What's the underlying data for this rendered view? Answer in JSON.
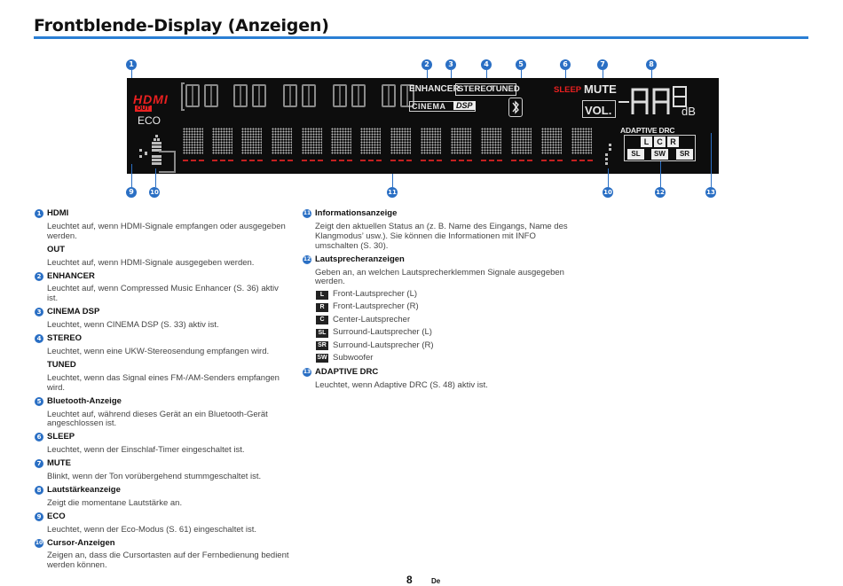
{
  "page": {
    "title": "Frontblende-Display (Anzeigen)",
    "number": "8",
    "lang": "De"
  },
  "callouts": {
    "n1": "1",
    "n2": "2",
    "n3": "3",
    "n4": "4",
    "n5": "5",
    "n6": "6",
    "n7": "7",
    "n8": "8",
    "n9": "9",
    "n10": "10",
    "n11": "11",
    "n10b": "10",
    "n12": "12",
    "n13": "13"
  },
  "display": {
    "hdmi": "HDMI",
    "out": "OUT",
    "eco": "ECO",
    "enhancer": "ENHANCER",
    "stereo": "STEREO",
    "tuned": "TUNED",
    "cinema": "CINEMA",
    "dsp": "DSP",
    "sleep": "SLEEP",
    "mute": "MUTE",
    "vol": "VOL.",
    "db": "dB",
    "adaptive_drc": "ADAPTIVE DRC",
    "spk_l": "L",
    "spk_c": "C",
    "spk_r": "R",
    "spk_sl": "SL",
    "spk_sw": "SW",
    "spk_sr": "SR"
  },
  "left_col": [
    {
      "n": "1",
      "head": "HDMI",
      "desc": "Leuchtet auf, wenn HDMI-Signale empfangen oder ausgegeben werden.",
      "sub": "OUT",
      "sub_desc": "Leuchtet auf, wenn HDMI-Signale ausgegeben werden."
    },
    {
      "n": "2",
      "head": "ENHANCER",
      "desc": "Leuchtet auf, wenn Compressed Music Enhancer (S. 36) aktiv ist."
    },
    {
      "n": "3",
      "head": "CINEMA DSP",
      "desc": "Leuchtet, wenn CINEMA DSP (S. 33) aktiv ist."
    },
    {
      "n": "4",
      "head": "STEREO",
      "desc": "Leuchtet, wenn eine UKW-Stereosendung empfangen wird.",
      "sub": "TUNED",
      "sub_desc": "Leuchtet, wenn das Signal eines FM-/AM-Senders empfangen wird."
    },
    {
      "n": "5",
      "head": "Bluetooth-Anzeige",
      "desc": "Leuchtet auf, während dieses Gerät an ein Bluetooth-Gerät angeschlossen ist."
    },
    {
      "n": "6",
      "head": "SLEEP",
      "desc": "Leuchtet, wenn der Einschlaf-Timer eingeschaltet ist."
    },
    {
      "n": "7",
      "head": "MUTE",
      "desc": "Blinkt, wenn der Ton vorübergehend stummgeschaltet ist."
    },
    {
      "n": "8",
      "head": "Lautstärkeanzeige",
      "desc": "Zeigt die momentane Lautstärke an."
    },
    {
      "n": "9",
      "head": "ECO",
      "desc": "Leuchtet, wenn der Eco-Modus (S. 61) eingeschaltet ist."
    },
    {
      "n": "10",
      "head": "Cursor-Anzeigen",
      "desc": "Zeigen an, dass die Cursortasten auf der Fernbedienung bedient werden können."
    }
  ],
  "right_col": {
    "e11": {
      "n": "11",
      "head": "Informationsanzeige",
      "desc": "Zeigt den aktuellen Status an (z. B. Name des Eingangs, Name des Klangmodus’ usw.). Sie können die Informationen mit INFO umschalten (S. 30)."
    },
    "e12": {
      "n": "12",
      "head": "Lautsprecheranzeigen",
      "desc": "Geben an, an welchen Lautsprecherklemmen Signale ausgegeben werden."
    },
    "speakers": [
      {
        "key": "L",
        "label": "Front-Lautsprecher (L)"
      },
      {
        "key": "R",
        "label": "Front-Lautsprecher (R)"
      },
      {
        "key": "C",
        "label": "Center-Lautsprecher"
      },
      {
        "key": "SL",
        "label": "Surround-Lautsprecher (L)"
      },
      {
        "key": "SR",
        "label": "Surround-Lautsprecher (R)"
      },
      {
        "key": "SW",
        "label": "Subwoofer"
      }
    ],
    "e13": {
      "n": "13",
      "head": "ADAPTIVE DRC",
      "desc": "Leuchtet, wenn Adaptive DRC (S. 48) aktiv ist."
    }
  }
}
